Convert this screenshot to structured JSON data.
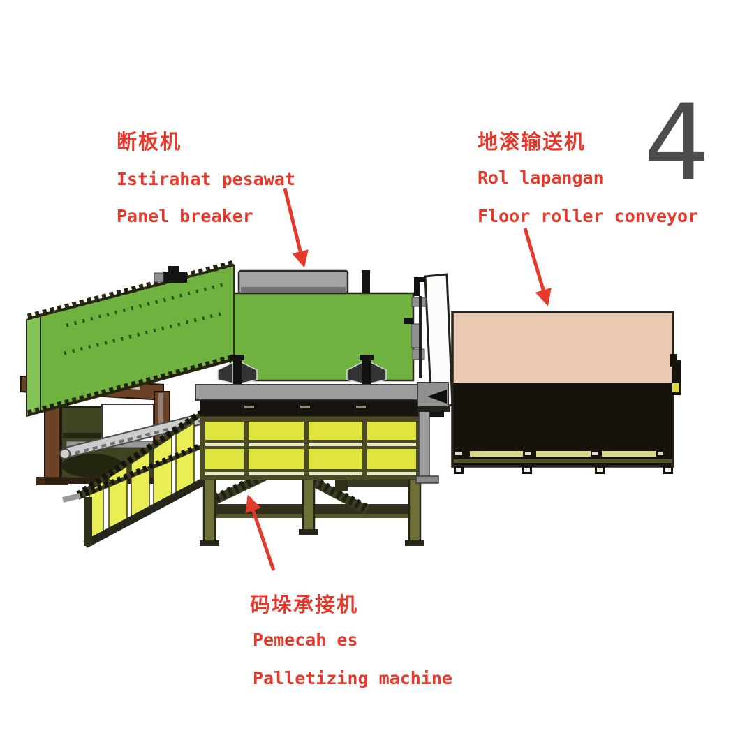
{
  "page": {
    "number": "4",
    "background": "#ffffff"
  },
  "labels": {
    "panel_breaker": {
      "zh": "断板机",
      "id": "Istirahat pesawat",
      "en": "Panel breaker"
    },
    "floor_roller_conveyor": {
      "zh": "地滚输送机",
      "id": "Rol lapangan",
      "en": "Floor roller conveyor"
    },
    "palletizing_machine": {
      "zh": "码垛承接机",
      "id": "Pemecah es",
      "en": "Palletizing machine"
    }
  },
  "colors": {
    "label_red": "#e6392b",
    "arrow_red": "#e6392b",
    "page_number_gray": "#4d4d4d",
    "machine_green": "#6fb23f",
    "machine_green_light": "#83c254",
    "fence_yellow": "#e0e43e",
    "stair_yellow": "#e9ee55",
    "conveyor_tan": "#e9c9b2",
    "conveyor_black": "#17120c",
    "frame_olive": "#6f6f38",
    "frame_brown": "#6b4226",
    "cover_gray": "#a5a5a5",
    "rail_gray": "#9e9e9e"
  }
}
